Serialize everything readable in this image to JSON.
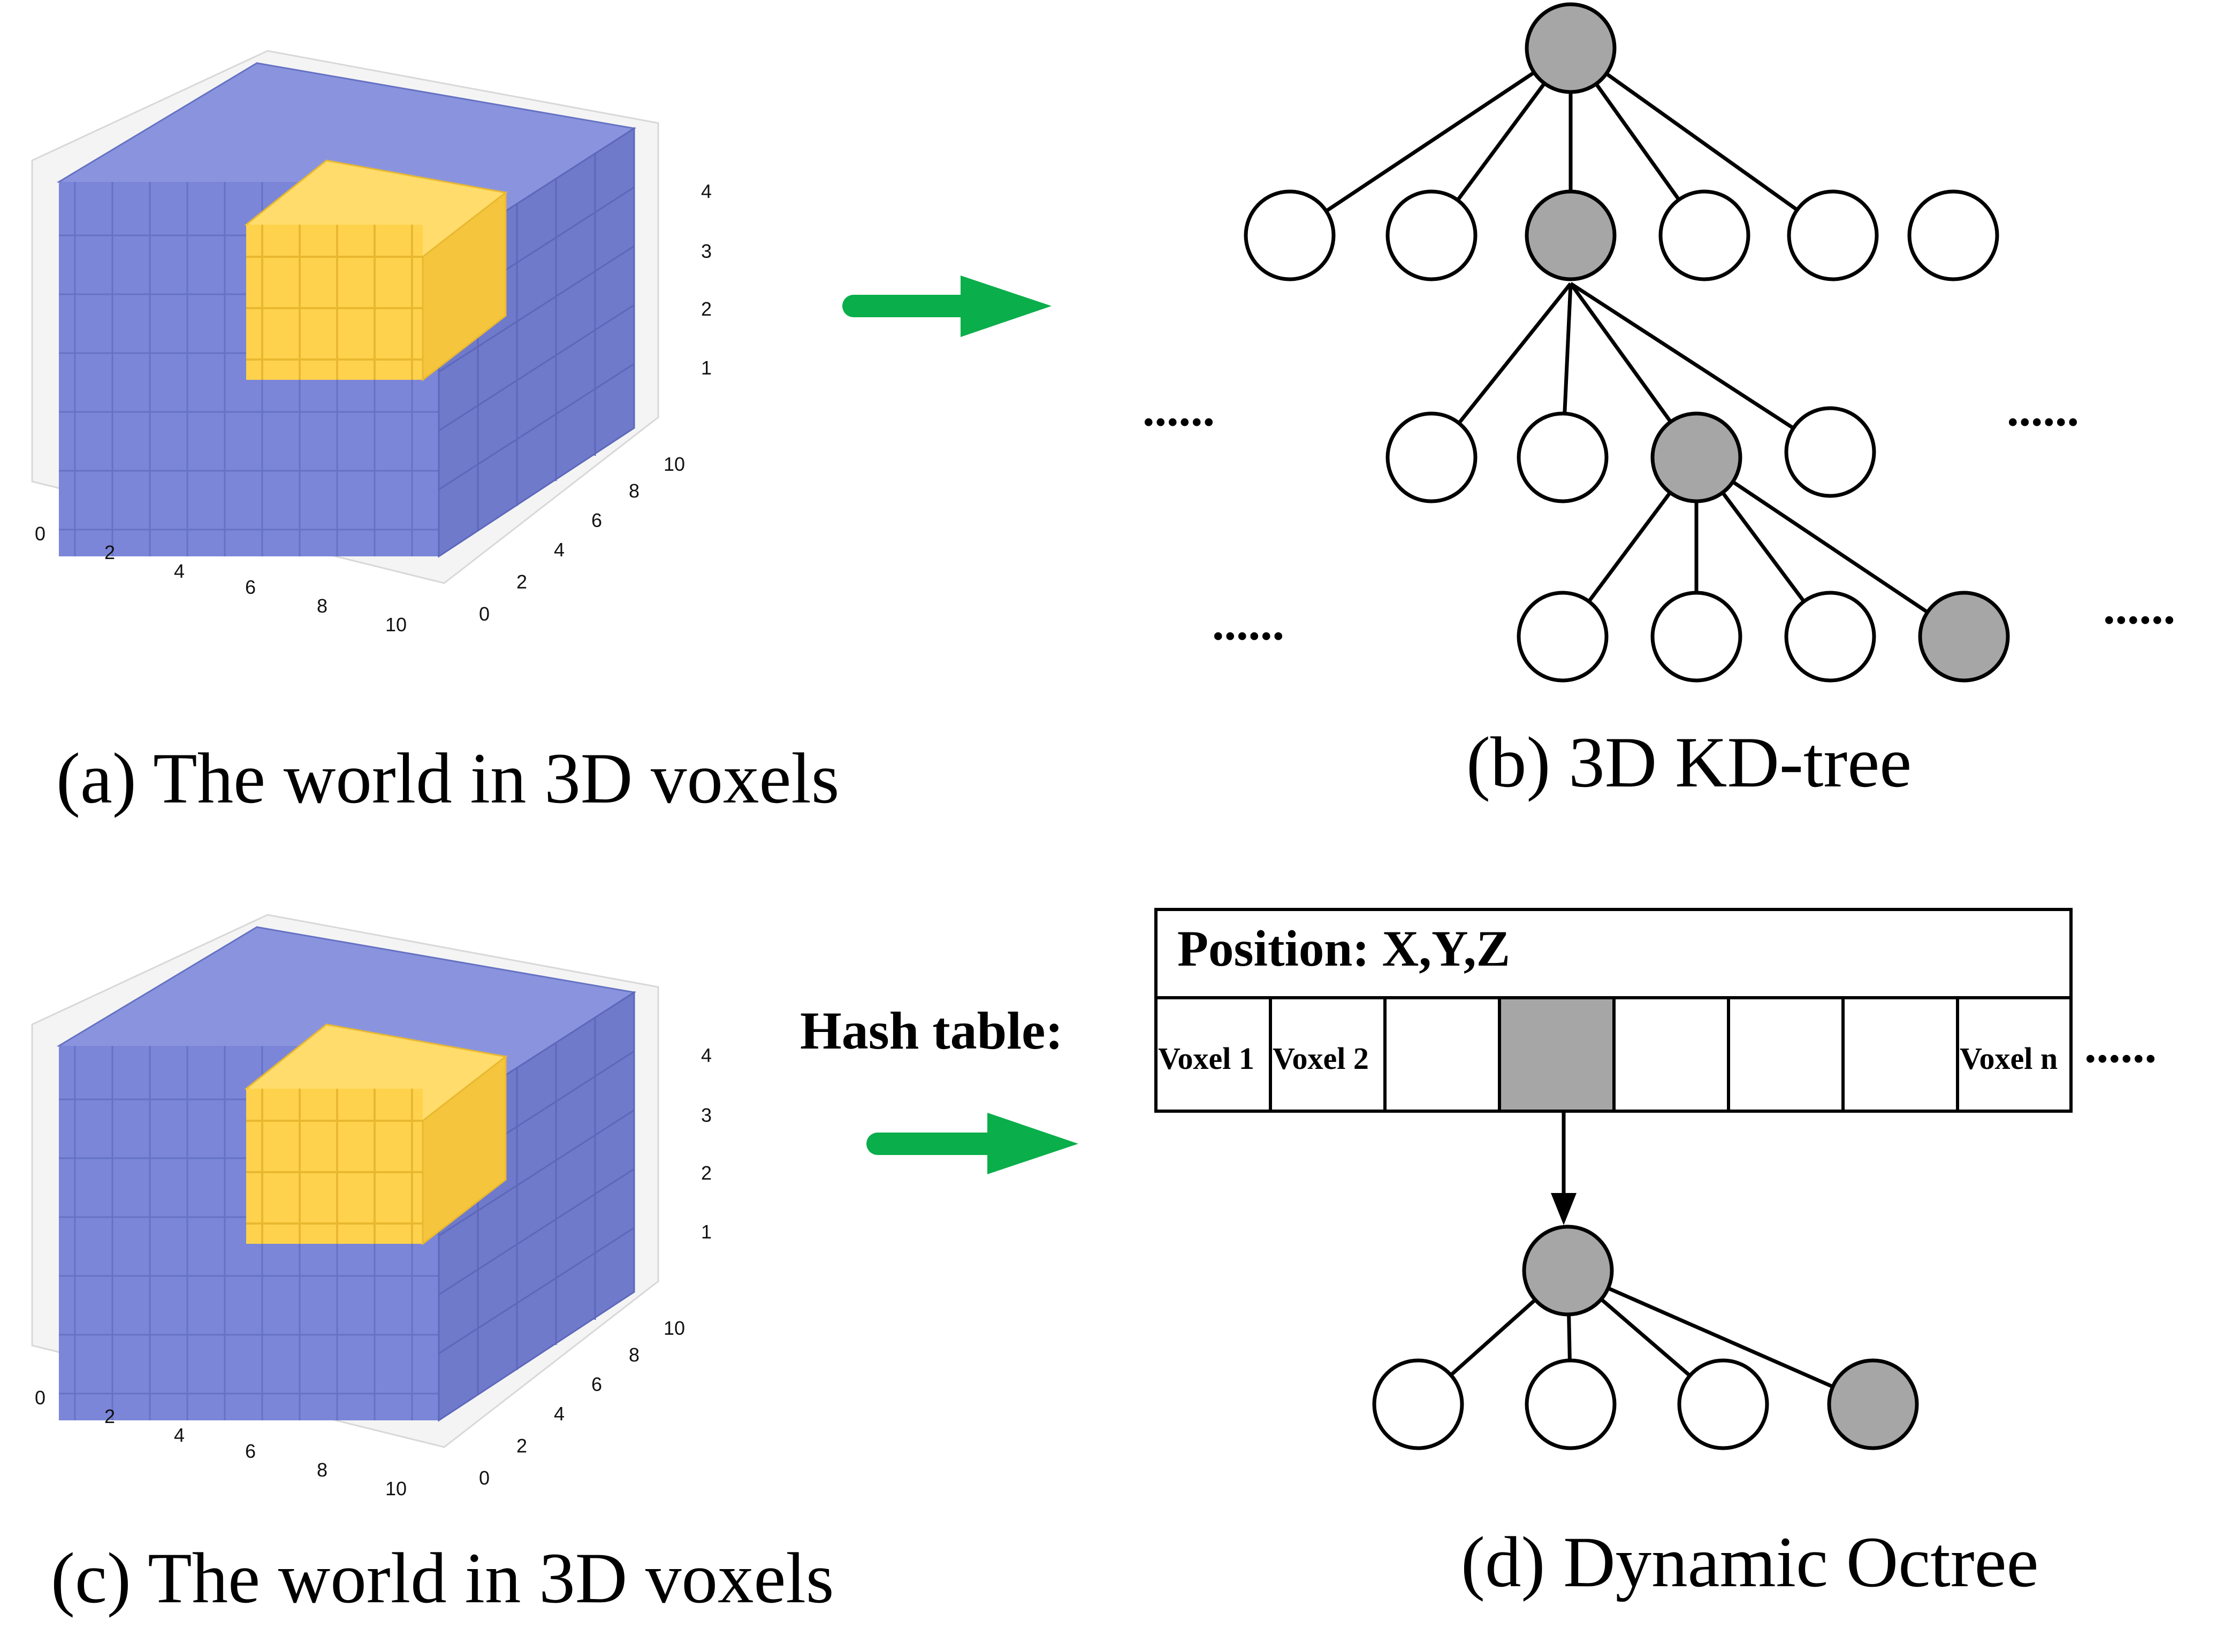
{
  "panels": {
    "a": {
      "caption": "(a) The world in 3D voxels",
      "x_ticks": [
        "0",
        "2",
        "4",
        "6",
        "8",
        "10"
      ],
      "y_ticks": [
        "0",
        "2",
        "4",
        "6",
        "8",
        "10"
      ],
      "z_ticks": [
        "1",
        "2",
        "3",
        "4"
      ]
    },
    "b": {
      "caption": "(b) 3D KD-tree",
      "ellipsis": "......"
    },
    "c": {
      "caption": "(c) The world in 3D voxels",
      "x_ticks": [
        "0",
        "2",
        "4",
        "6",
        "8",
        "10"
      ],
      "y_ticks": [
        "0",
        "2",
        "4",
        "6",
        "8",
        "10"
      ],
      "z_ticks": [
        "1",
        "2",
        "3",
        "4"
      ]
    },
    "d": {
      "caption": "(d) Dynamic Octree",
      "hash_label": "Hash table:",
      "position_header": "Position: X,Y,Z",
      "cells": [
        "Voxel 1",
        "Voxel 2",
        "",
        "",
        "",
        "",
        "",
        "Voxel n"
      ],
      "ellipsis": "......"
    }
  },
  "colors": {
    "voxel_world": "#7b86d8",
    "voxel_highlight": "#ffd24d",
    "arrow": "#0aae4a",
    "node_filled": "#a6a6a6",
    "node_empty": "#ffffff"
  }
}
